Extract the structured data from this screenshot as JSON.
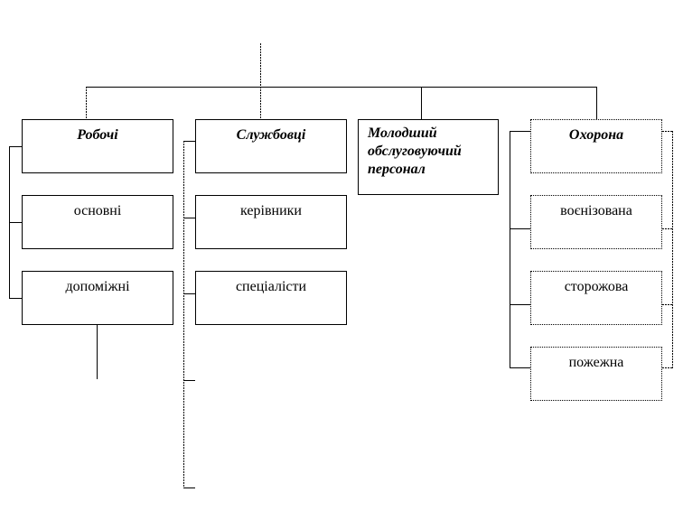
{
  "chart_data": {
    "type": "org-chart",
    "groups": [
      {
        "title": "Робочі",
        "items": [
          "основні",
          "допоміжні"
        ]
      },
      {
        "title": "Службовці",
        "items": [
          "керівники",
          "спеціалісти"
        ]
      },
      {
        "title": "Молодший обслуговуючий персонал",
        "title_lines": [
          "Молодший",
          "обслуговуючий",
          "персонал"
        ],
        "items": []
      },
      {
        "title": "Охорона",
        "items": [
          "воєнізована",
          "сторожова",
          "пожежна"
        ]
      }
    ]
  }
}
